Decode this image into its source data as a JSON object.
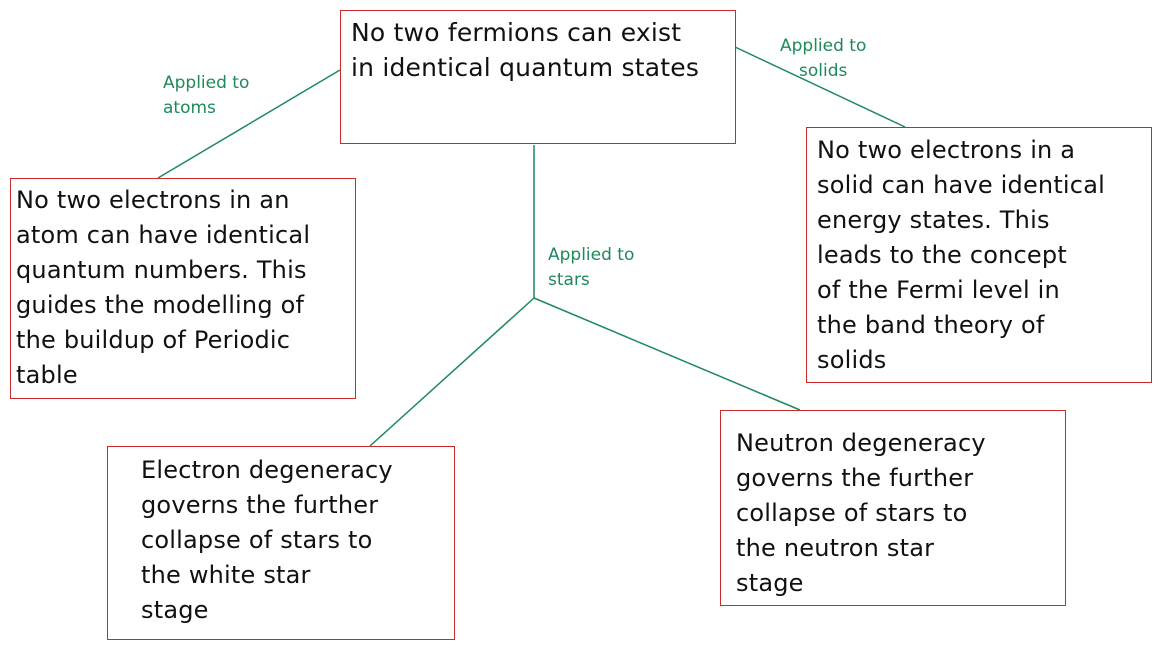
{
  "colors": {
    "box_border": "#c92a2a",
    "connector": "#1e8a5a",
    "label_text": "#1e8a5a",
    "box_text": "#111111"
  },
  "nodes": {
    "root": "No two fermions can exist\nin identical quantum states",
    "atoms": "No two electrons in an\natom can have identical\nquantum numbers. This\nguides the modelling of\nthe buildup of Periodic\ntable",
    "solids": "No two electrons in a\nsolid can have identical\nenergy states. This\nleads to the concept\nof the Fermi level in\nthe band theory of\nsolids",
    "electron_stars": "Electron degeneracy\ngoverns the further\ncollapse of stars to\nthe white star\nstage",
    "neutron_stars": "Neutron degeneracy\ngoverns the further\ncollapse of stars to\nthe neutron star\nstage"
  },
  "edge_labels": {
    "atoms": "Applied to\natoms",
    "solids": "Applied to\nsolids",
    "stars": "Applied to\nstars"
  }
}
